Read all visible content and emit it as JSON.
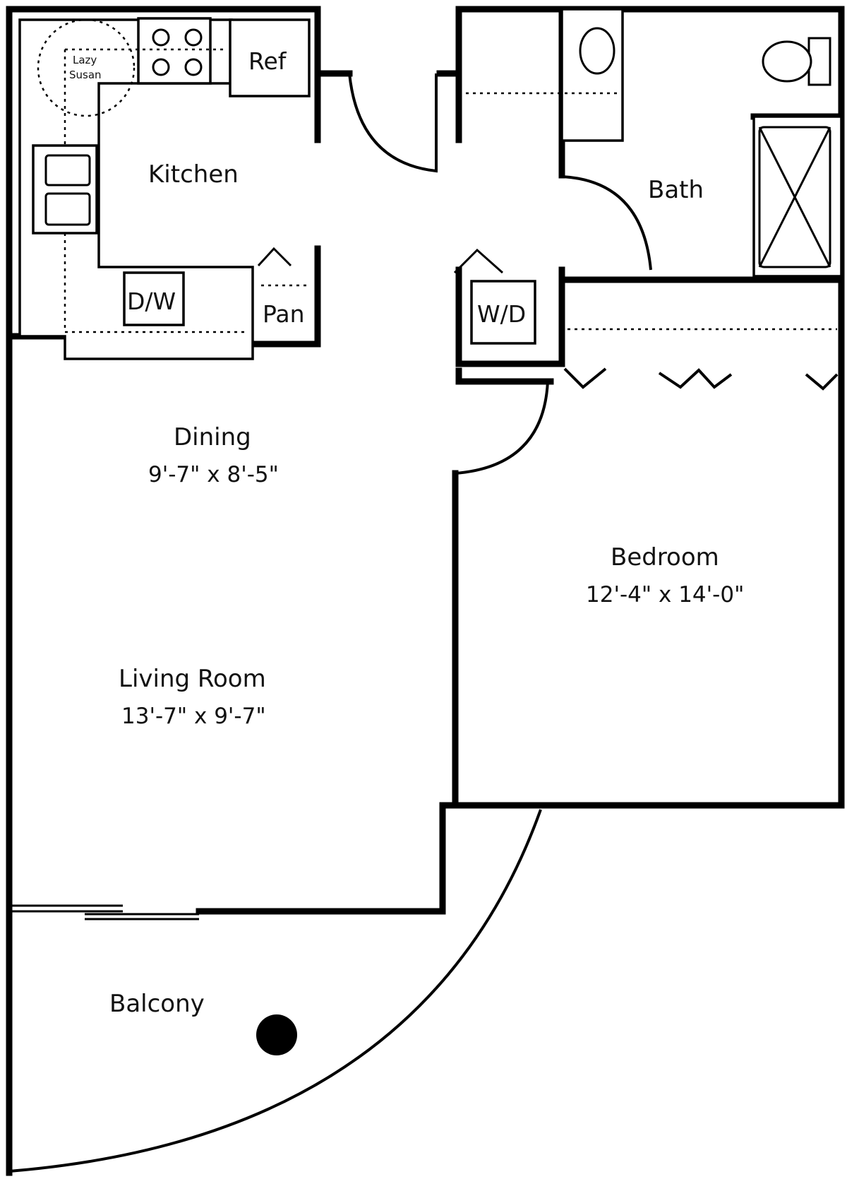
{
  "rooms": {
    "kitchen": {
      "name": "Kitchen"
    },
    "bath": {
      "name": "Bath"
    },
    "dining": {
      "name": "Dining",
      "dims": "9'-7\" x 8'-5\""
    },
    "bedroom": {
      "name": "Bedroom",
      "dims": "12'-4\" x 14'-0\""
    },
    "living": {
      "name": "Living Room",
      "dims": "13'-7\" x 9'-7\""
    },
    "balcony": {
      "name": "Balcony"
    }
  },
  "fixtures": {
    "refrigerator": "Ref",
    "dishwasher": "D/W",
    "pantry": "Pan",
    "washer_dryer": "W/D",
    "lazy_susan_line1": "Lazy",
    "lazy_susan_line2": "Susan"
  },
  "colors": {
    "ink": "#000000",
    "paper": "#ffffff"
  }
}
